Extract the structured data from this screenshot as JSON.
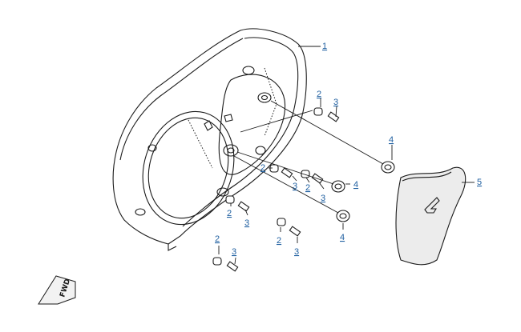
{
  "callouts": [
    {
      "id": "c1",
      "label": "1"
    },
    {
      "id": "c2a",
      "label": "2"
    },
    {
      "id": "c3a",
      "label": "3"
    },
    {
      "id": "c4a",
      "label": "4"
    },
    {
      "id": "c5",
      "label": "5"
    },
    {
      "id": "c2b",
      "label": "2"
    },
    {
      "id": "c3b",
      "label": "3"
    },
    {
      "id": "c2c",
      "label": "2"
    },
    {
      "id": "c3c",
      "label": "3"
    },
    {
      "id": "c4b",
      "label": "4"
    },
    {
      "id": "c2d",
      "label": "2"
    },
    {
      "id": "c3d",
      "label": "3"
    },
    {
      "id": "c2e",
      "label": "2"
    },
    {
      "id": "c3e",
      "label": "3"
    },
    {
      "id": "c4c",
      "label": "4"
    },
    {
      "id": "c2f",
      "label": "2"
    },
    {
      "id": "c3f",
      "label": "3"
    }
  ],
  "fwd_label": "FWD",
  "colors": {
    "label": "#1f5fa0",
    "line": "#1a1a1a",
    "panel_fill": "#ececec"
  }
}
